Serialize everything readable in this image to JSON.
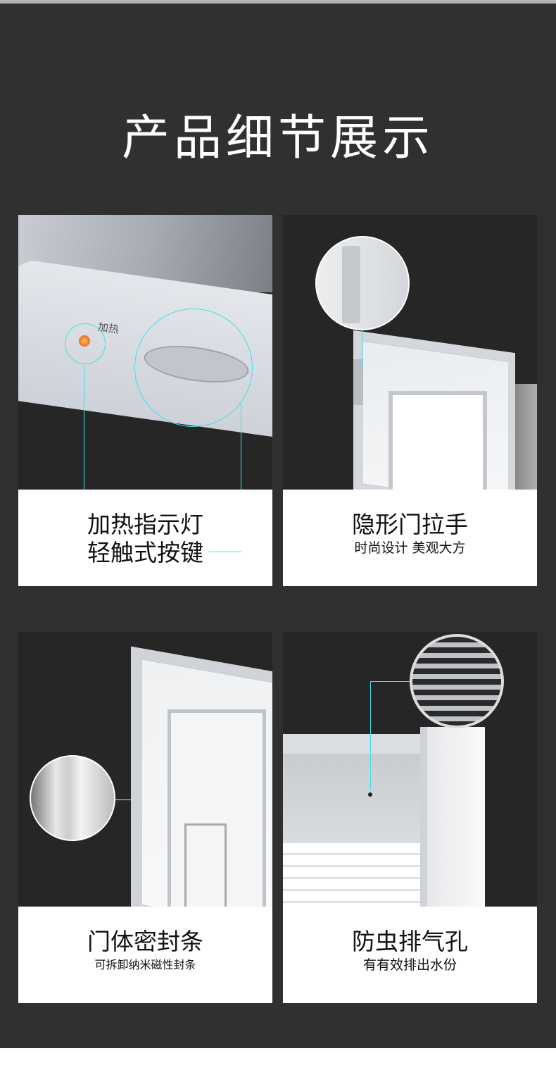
{
  "title": "产品细节展示",
  "cards": [
    {
      "heading": "加热指示灯",
      "sub": "轻触式按键",
      "panel_label": "加热"
    },
    {
      "heading": "隐形门拉手",
      "sub": "时尚设计  美观大方"
    },
    {
      "heading": "门体密封条",
      "sub": "可拆卸纳米磁性封条"
    },
    {
      "heading": "防虫排气孔",
      "sub": "有有效排出水份"
    }
  ],
  "colors": {
    "background": "#303030",
    "accent_line": "#3fe0e8",
    "led": "#e8382c"
  }
}
